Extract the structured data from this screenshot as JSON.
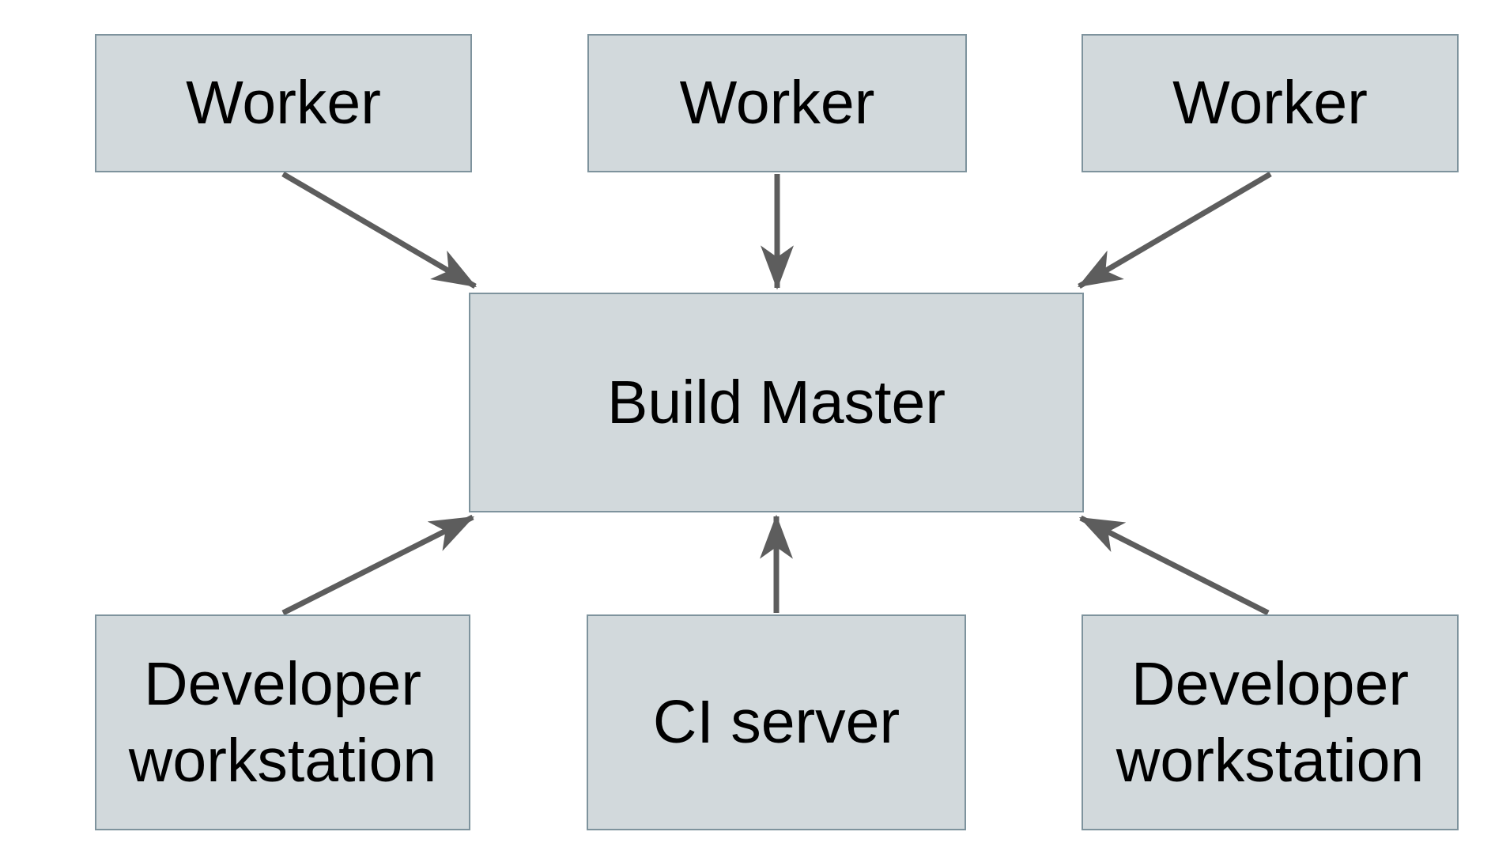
{
  "diagram": {
    "background": "#ffffff",
    "node_fill": "#d2d9dc",
    "node_border": "#7e939d",
    "arrow_color": "#5d5d5d",
    "text_color": "#000000",
    "nodes": [
      {
        "id": "worker-1",
        "label": "Worker"
      },
      {
        "id": "worker-2",
        "label": "Worker"
      },
      {
        "id": "worker-3",
        "label": "Worker"
      },
      {
        "id": "build-master",
        "label": "Build Master"
      },
      {
        "id": "dev-left",
        "label": "Developer workstation"
      },
      {
        "id": "ci-server",
        "label": "CI server"
      },
      {
        "id": "dev-right",
        "label": "Developer workstation"
      }
    ],
    "edges": [
      {
        "from": "worker-1",
        "to": "build-master"
      },
      {
        "from": "worker-2",
        "to": "build-master"
      },
      {
        "from": "worker-3",
        "to": "build-master"
      },
      {
        "from": "dev-left",
        "to": "build-master"
      },
      {
        "from": "ci-server",
        "to": "build-master"
      },
      {
        "from": "dev-right",
        "to": "build-master"
      }
    ]
  }
}
